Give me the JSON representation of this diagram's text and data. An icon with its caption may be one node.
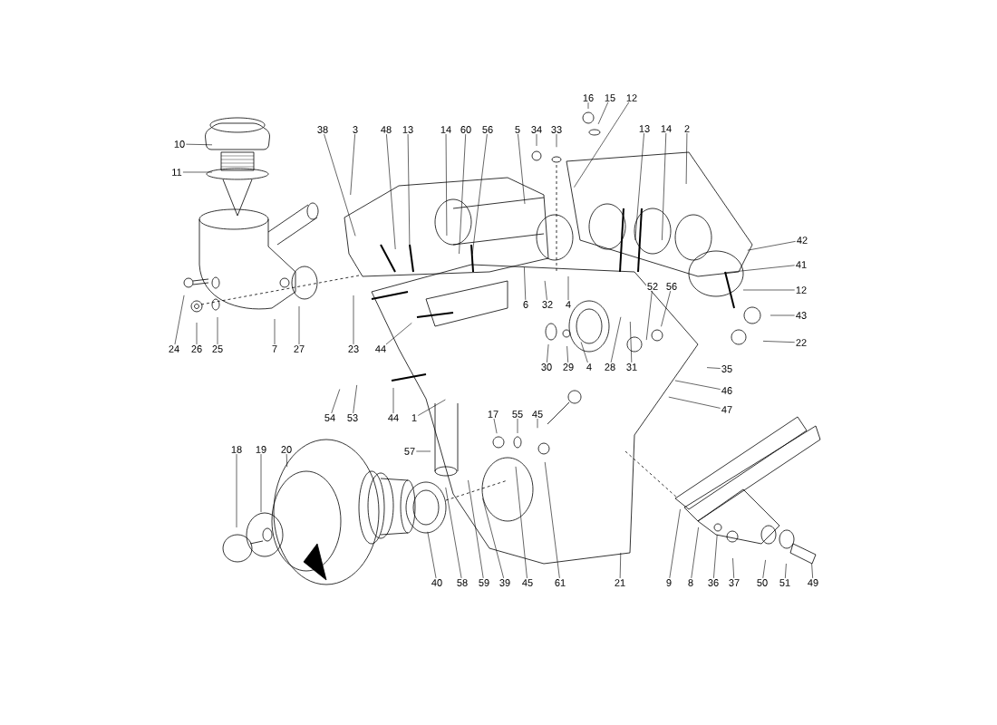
{
  "diagram": {
    "nodes": [
      {
        "text": [
          "16"
        ]
      },
      {
        "text": [
          "15"
        ]
      },
      {
        "text": [
          "12"
        ]
      },
      {
        "text": [
          "10"
        ]
      },
      {
        "text": [
          "38"
        ]
      },
      {
        "text": [
          "3"
        ]
      },
      {
        "text": [
          "48"
        ]
      },
      {
        "text": [
          "13"
        ]
      },
      {
        "text": [
          "14"
        ]
      },
      {
        "text": [
          "60"
        ]
      },
      {
        "text": [
          "56"
        ]
      },
      {
        "text": [
          "5"
        ]
      },
      {
        "text": [
          "34"
        ]
      },
      {
        "text": [
          "33"
        ]
      },
      {
        "text": [
          "13"
        ]
      },
      {
        "text": [
          "14"
        ]
      },
      {
        "text": [
          "2"
        ]
      },
      {
        "text": [
          "11"
        ]
      },
      {
        "text": [
          "42"
        ]
      },
      {
        "text": [
          "41"
        ]
      },
      {
        "text": [
          "52"
        ]
      },
      {
        "text": [
          "56"
        ]
      },
      {
        "text": [
          "12"
        ]
      },
      {
        "text": [
          "6"
        ]
      },
      {
        "text": [
          "32"
        ]
      },
      {
        "text": [
          "4"
        ]
      },
      {
        "text": [
          "43"
        ]
      },
      {
        "text": [
          "22"
        ]
      },
      {
        "text": [
          "24"
        ]
      },
      {
        "text": [
          "26"
        ]
      },
      {
        "text": [
          "25"
        ]
      },
      {
        "text": [
          "7"
        ]
      },
      {
        "text": [
          "27"
        ]
      },
      {
        "text": [
          "23"
        ]
      },
      {
        "text": [
          "44"
        ]
      },
      {
        "text": [
          "30"
        ]
      },
      {
        "text": [
          "29"
        ]
      },
      {
        "text": [
          "4"
        ]
      },
      {
        "text": [
          "28"
        ]
      },
      {
        "text": [
          "31"
        ]
      },
      {
        "text": [
          "35"
        ]
      },
      {
        "text": [
          "46"
        ]
      },
      {
        "text": [
          "47"
        ]
      },
      {
        "text": [
          "17"
        ]
      },
      {
        "text": [
          "55"
        ]
      },
      {
        "text": [
          "45"
        ]
      },
      {
        "text": [
          "54"
        ]
      },
      {
        "text": [
          "53"
        ]
      },
      {
        "text": [
          "44"
        ]
      },
      {
        "text": [
          "1"
        ]
      },
      {
        "text": [
          "18"
        ]
      },
      {
        "text": [
          "19"
        ]
      },
      {
        "text": [
          "20"
        ]
      },
      {
        "text": [
          "57"
        ]
      },
      {
        "text": [
          "40"
        ]
      },
      {
        "text": [
          "58"
        ]
      },
      {
        "text": [
          "59"
        ]
      },
      {
        "text": [
          "39"
        ]
      },
      {
        "text": [
          "45"
        ]
      },
      {
        "text": [
          "61"
        ]
      },
      {
        "text": [
          "21"
        ]
      },
      {
        "text": [
          "9"
        ]
      },
      {
        "text": [
          "8"
        ]
      },
      {
        "text": [
          "36"
        ]
      },
      {
        "text": [
          "37"
        ]
      },
      {
        "text": [
          "50"
        ]
      },
      {
        "text": [
          "51"
        ]
      },
      {
        "text": [
          "49"
        ]
      }
    ],
    "edges": [
      {
        "from": 0,
        "to": null,
        "arrow": "none"
      },
      {
        "from": 1,
        "to": null,
        "arrow": "none"
      },
      {
        "from": 2,
        "to": null,
        "arrow": "none"
      },
      {
        "from": 3,
        "to": null,
        "arrow": "none"
      },
      {
        "from": 4,
        "to": null,
        "arrow": "none"
      },
      {
        "from": 5,
        "to": null,
        "arrow": "none"
      },
      {
        "from": 6,
        "to": null,
        "arrow": "none"
      },
      {
        "from": 7,
        "to": null,
        "arrow": "none"
      },
      {
        "from": 8,
        "to": null,
        "arrow": "none"
      },
      {
        "from": 9,
        "to": null,
        "arrow": "none"
      },
      {
        "from": 10,
        "to": null,
        "arrow": "none"
      },
      {
        "from": 11,
        "to": null,
        "arrow": "none"
      },
      {
        "from": 12,
        "to": null,
        "arrow": "none"
      },
      {
        "from": 13,
        "to": null,
        "arrow": "none"
      },
      {
        "from": 14,
        "to": null,
        "arrow": "none"
      },
      {
        "from": 15,
        "to": null,
        "arrow": "none"
      },
      {
        "from": 16,
        "to": null,
        "arrow": "none"
      },
      {
        "from": 17,
        "to": null,
        "arrow": "none"
      },
      {
        "from": 18,
        "to": null,
        "arrow": "none"
      },
      {
        "from": 19,
        "to": null,
        "arrow": "none"
      },
      {
        "from": 20,
        "to": null,
        "arrow": "none"
      },
      {
        "from": 21,
        "to": null,
        "arrow": "none"
      },
      {
        "from": 22,
        "to": null,
        "arrow": "none"
      },
      {
        "from": 23,
        "to": null,
        "arrow": "none"
      },
      {
        "from": 24,
        "to": null,
        "arrow": "none"
      },
      {
        "from": 25,
        "to": null,
        "arrow": "none"
      },
      {
        "from": 26,
        "to": null,
        "arrow": "none"
      },
      {
        "from": 27,
        "to": null,
        "arrow": "none"
      },
      {
        "from": 28,
        "to": null,
        "arrow": "none"
      },
      {
        "from": 29,
        "to": null,
        "arrow": "none"
      },
      {
        "from": 30,
        "to": null,
        "arrow": "none"
      },
      {
        "from": 31,
        "to": null,
        "arrow": "none"
      },
      {
        "from": 32,
        "to": null,
        "arrow": "none"
      },
      {
        "from": 33,
        "to": null,
        "arrow": "none"
      },
      {
        "from": 34,
        "to": null,
        "arrow": "none"
      },
      {
        "from": 35,
        "to": null,
        "arrow": "none"
      },
      {
        "from": 36,
        "to": null,
        "arrow": "none"
      },
      {
        "from": 37,
        "to": null,
        "arrow": "none"
      },
      {
        "from": 38,
        "to": null,
        "arrow": "none"
      },
      {
        "from": 39,
        "to": null,
        "arrow": "none"
      },
      {
        "from": 40,
        "to": null,
        "arrow": "none"
      },
      {
        "from": 41,
        "to": null,
        "arrow": "none"
      },
      {
        "from": 42,
        "to": null,
        "arrow": "none"
      },
      {
        "from": 43,
        "to": null,
        "arrow": "none"
      },
      {
        "from": 44,
        "to": null,
        "arrow": "none"
      },
      {
        "from": 45,
        "to": null,
        "arrow": "none"
      },
      {
        "from": 46,
        "to": null,
        "arrow": "none"
      },
      {
        "from": 47,
        "to": null,
        "arrow": "none"
      },
      {
        "from": 48,
        "to": null,
        "arrow": "none"
      },
      {
        "from": 49,
        "to": null,
        "arrow": "none"
      },
      {
        "from": 50,
        "to": null,
        "arrow": "none"
      },
      {
        "from": 51,
        "to": null,
        "arrow": "none"
      },
      {
        "from": 52,
        "to": null,
        "arrow": "none"
      },
      {
        "from": 53,
        "to": null,
        "arrow": "none"
      },
      {
        "from": 54,
        "to": null,
        "arrow": "none"
      },
      {
        "from": 55,
        "to": null,
        "arrow": "none"
      },
      {
        "from": 56,
        "to": null,
        "arrow": "none"
      },
      {
        "from": 57,
        "to": null,
        "arrow": "none"
      },
      {
        "from": 58,
        "to": null,
        "arrow": "none"
      },
      {
        "from": 59,
        "to": null,
        "arrow": "none"
      },
      {
        "from": 60,
        "to": null,
        "arrow": "none"
      },
      {
        "from": 61,
        "to": null,
        "arrow": "none"
      },
      {
        "from": 62,
        "to": null,
        "arrow": "none"
      },
      {
        "from": 63,
        "to": null,
        "arrow": "none"
      },
      {
        "from": 64,
        "to": null,
        "arrow": "none"
      },
      {
        "from": 65,
        "to": null,
        "arrow": "none"
      },
      {
        "from": 66,
        "to": null,
        "arrow": "none"
      },
      {
        "from": 67,
        "to": null,
        "arrow": "none"
      }
    ]
  }
}
